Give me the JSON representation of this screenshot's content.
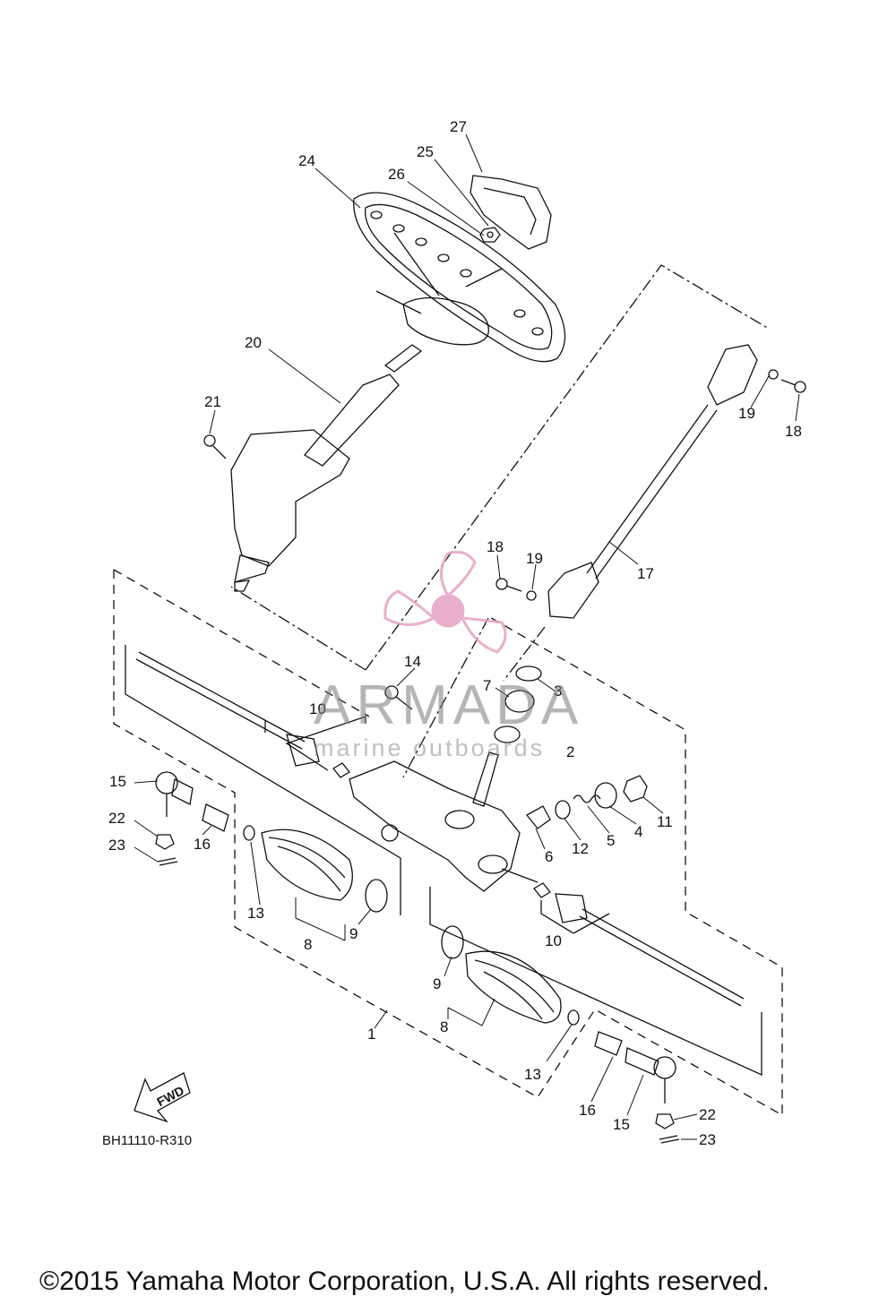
{
  "diagram": {
    "callouts": [
      {
        "id": "c27",
        "text": "27"
      },
      {
        "id": "c24",
        "text": "24"
      },
      {
        "id": "c25",
        "text": "25"
      },
      {
        "id": "c26",
        "text": "26"
      },
      {
        "id": "c20",
        "text": "20"
      },
      {
        "id": "c21",
        "text": "21"
      },
      {
        "id": "c19a",
        "text": "19"
      },
      {
        "id": "c18a",
        "text": "18"
      },
      {
        "id": "c18b",
        "text": "18"
      },
      {
        "id": "c19b",
        "text": "19"
      },
      {
        "id": "c17",
        "text": "17"
      },
      {
        "id": "c14",
        "text": "14"
      },
      {
        "id": "c7",
        "text": "7"
      },
      {
        "id": "c3",
        "text": "3"
      },
      {
        "id": "c10a",
        "text": "10"
      },
      {
        "id": "c2",
        "text": "2"
      },
      {
        "id": "c15a",
        "text": "15"
      },
      {
        "id": "c22a",
        "text": "22"
      },
      {
        "id": "c16a",
        "text": "16"
      },
      {
        "id": "c23a",
        "text": "23"
      },
      {
        "id": "c6",
        "text": "6"
      },
      {
        "id": "c12",
        "text": "12"
      },
      {
        "id": "c5",
        "text": "5"
      },
      {
        "id": "c4",
        "text": "4"
      },
      {
        "id": "c11",
        "text": "11"
      },
      {
        "id": "c13a",
        "text": "13"
      },
      {
        "id": "c9a",
        "text": "9"
      },
      {
        "id": "c8a",
        "text": "8"
      },
      {
        "id": "c10b",
        "text": "10"
      },
      {
        "id": "c9b",
        "text": "9"
      },
      {
        "id": "c8b",
        "text": "8"
      },
      {
        "id": "c1",
        "text": "1"
      },
      {
        "id": "c13b",
        "text": "13"
      },
      {
        "id": "c16b",
        "text": "16"
      },
      {
        "id": "c15b",
        "text": "15"
      },
      {
        "id": "c22b",
        "text": "22"
      },
      {
        "id": "c23b",
        "text": "23"
      }
    ],
    "fwd_label": "FWD",
    "diagram_code": "BH11110-R310"
  },
  "watermark": {
    "brand": "ARMADA",
    "tagline": "marine outboards",
    "logo_color": "#e8a6c8"
  },
  "footer": {
    "copyright": "©2015 Yamaha Motor Corporation, U.S.A. All rights reserved."
  }
}
